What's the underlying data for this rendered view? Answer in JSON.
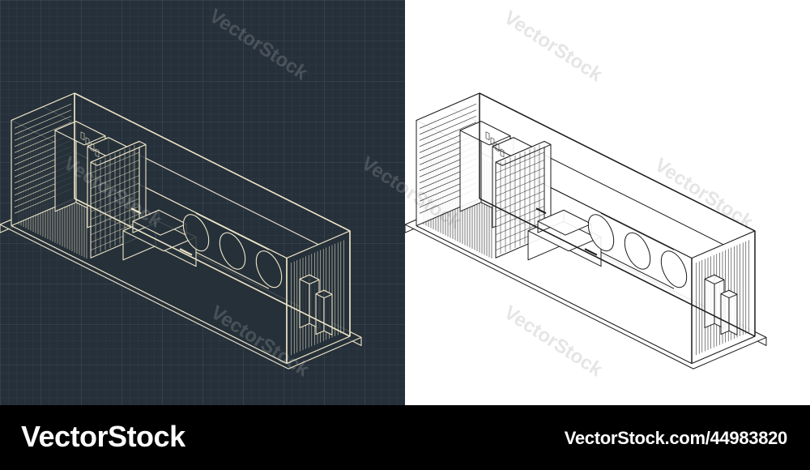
{
  "watermark": {
    "text": "VectorStock"
  },
  "footer": {
    "brand": "VectorStock",
    "stock_id": "VectorStock.com/44983820"
  },
  "colors": {
    "dark_bg": "#26303a",
    "blueprint_line": "#efe6c8",
    "light_bg": "#ffffff",
    "ink_line": "#1b1b1b"
  },
  "panels": [
    {
      "id": "dark",
      "style": "blueprint-on-dark"
    },
    {
      "id": "light",
      "style": "line-drawing-on-white"
    }
  ]
}
